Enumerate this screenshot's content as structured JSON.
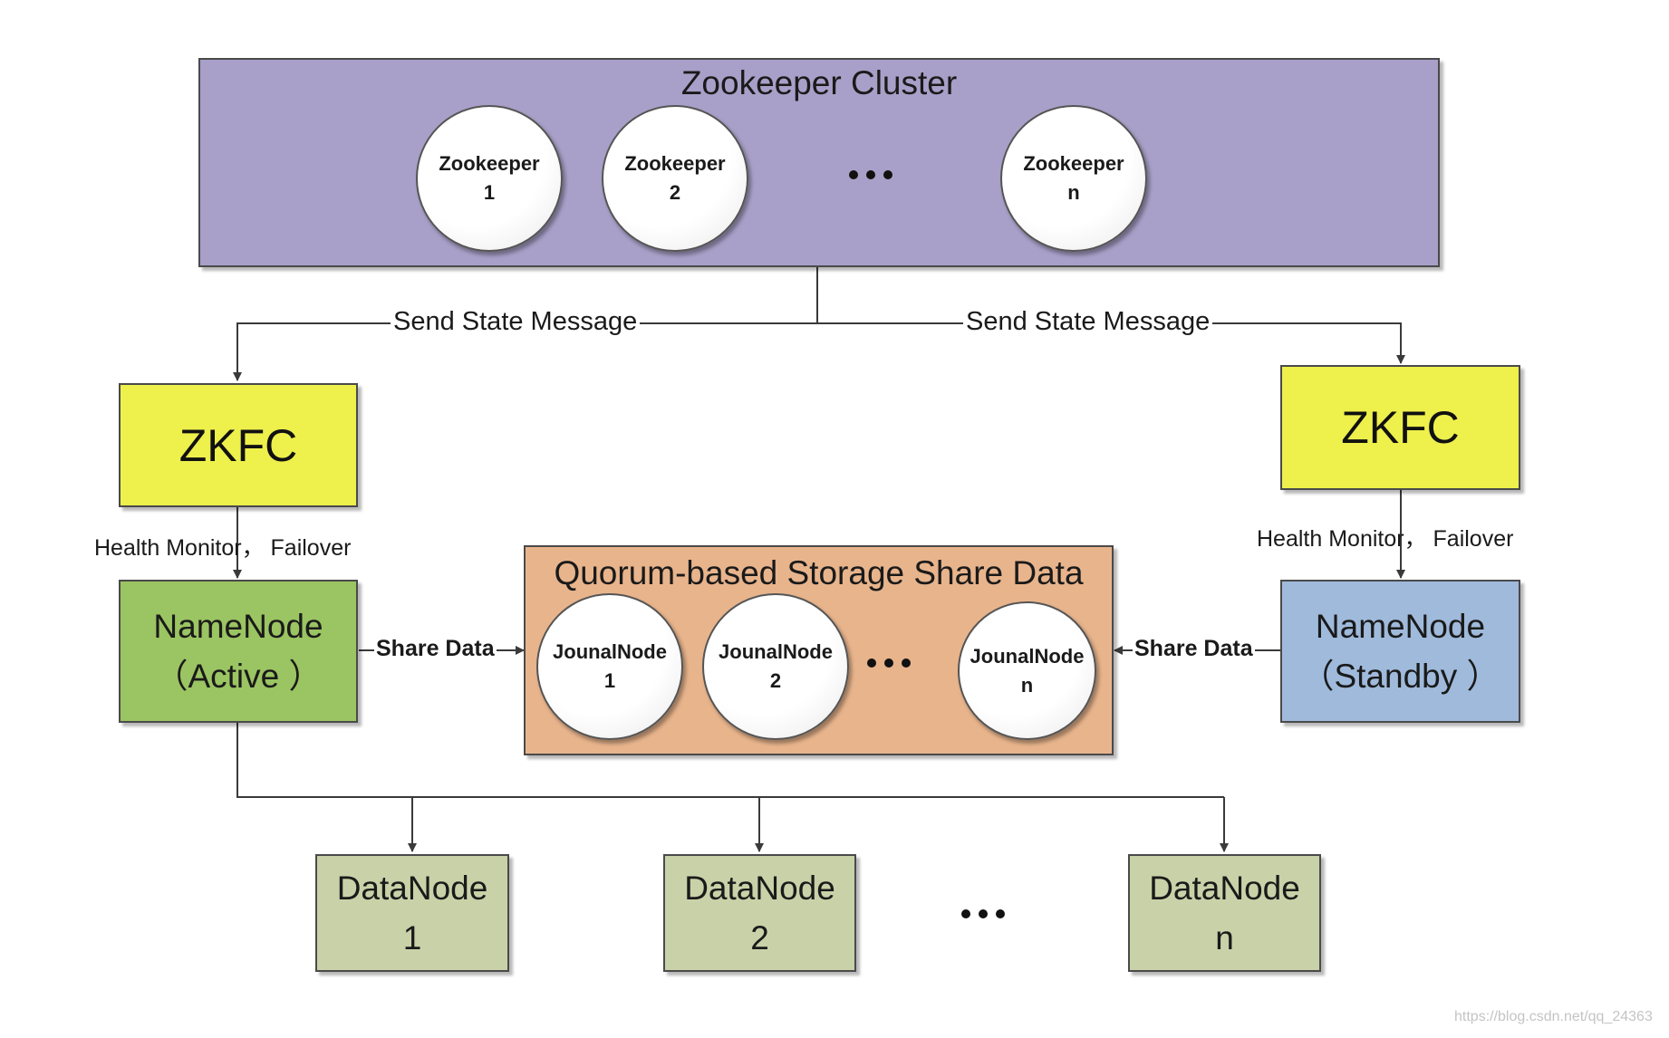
{
  "zookeeper_cluster": {
    "title": "Zookeeper Cluster",
    "nodes": [
      {
        "name": "Zookeeper",
        "id": "1"
      },
      {
        "name": "Zookeeper",
        "id": "2"
      },
      {
        "name": "Zookeeper",
        "id": "n"
      }
    ]
  },
  "edges": {
    "send_state_left": "Send State Message",
    "send_state_right": "Send State Message",
    "health_left": "Health Monitor， Failover",
    "health_right": "Health Monitor， Failover",
    "share_left": "Share Data",
    "share_right": "Share Data"
  },
  "zkfc_left": {
    "label": "ZKFC"
  },
  "zkfc_right": {
    "label": "ZKFC"
  },
  "namenode_active": {
    "line1": "NameNode",
    "line2": "（Active ）"
  },
  "namenode_standby": {
    "line1": "NameNode",
    "line2": "（Standby ）"
  },
  "quorum": {
    "title": "Quorum-based Storage Share Data",
    "nodes": [
      {
        "name": "JounalNode",
        "id": "1"
      },
      {
        "name": "JounalNode",
        "id": "2"
      },
      {
        "name": "JounalNode",
        "id": "n"
      }
    ]
  },
  "datanodes": [
    {
      "name": "DataNode",
      "id": "1"
    },
    {
      "name": "DataNode",
      "id": "2"
    },
    {
      "name": "DataNode",
      "id": "n"
    }
  ],
  "watermark": "https://blog.csdn.net/qq_24363"
}
